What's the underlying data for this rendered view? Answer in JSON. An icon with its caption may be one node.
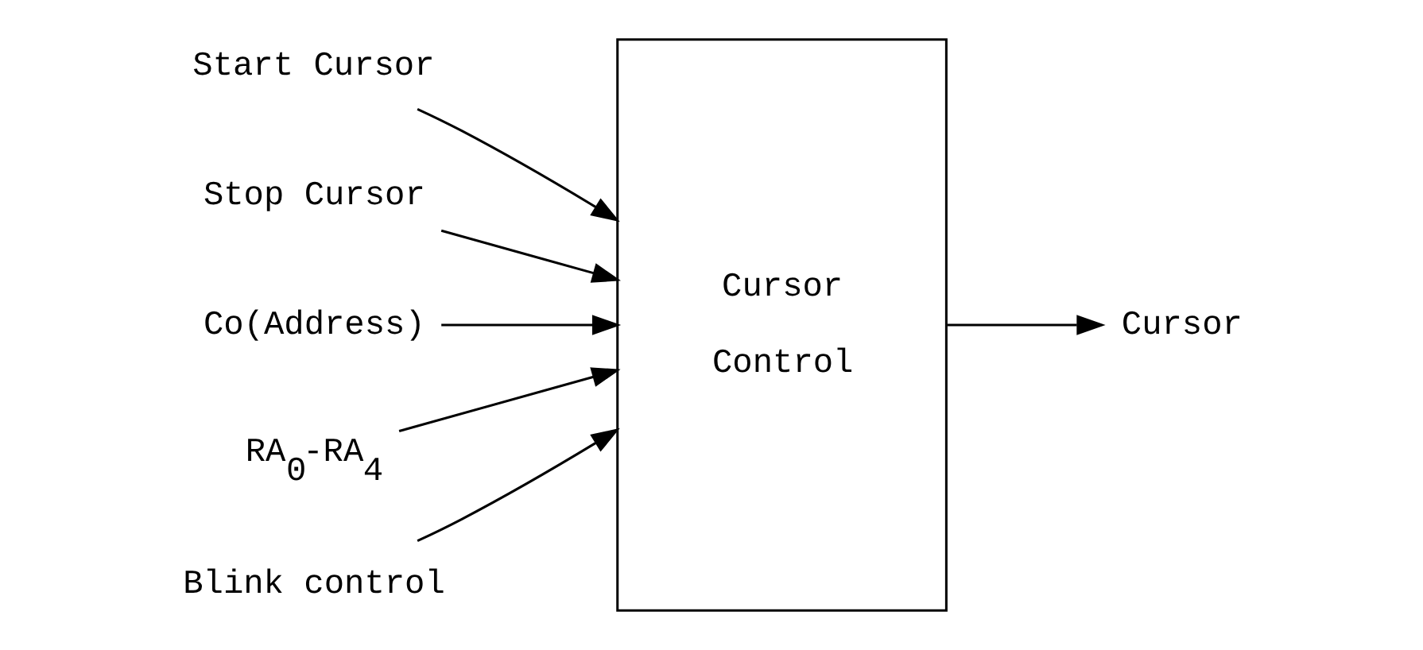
{
  "diagram": {
    "nodes": [
      {
        "text": [
          "Start Cursor"
        ]
      },
      {
        "text": [
          "Stop Cursor"
        ]
      },
      {
        "text": [
          "Co(Address)"
        ]
      },
      {
        "text": [
          "RA$_{0}$-RA$_{4}$"
        ]
      },
      {
        "text": [
          "Blink control"
        ]
      },
      {
        "text": [
          "Cursor Control"
        ]
      },
      {
        "text": [
          "Cursor"
        ]
      }
    ],
    "edges": [
      {
        "from": 0,
        "to": 5,
        "arrow": "to"
      },
      {
        "from": 1,
        "to": 5,
        "arrow": "to"
      },
      {
        "from": 2,
        "to": 5,
        "arrow": "to"
      },
      {
        "from": 3,
        "to": 5,
        "arrow": "to"
      },
      {
        "from": 4,
        "to": 5,
        "arrow": "to"
      },
      {
        "from": 5,
        "to": 6,
        "arrow": "to"
      }
    ]
  }
}
